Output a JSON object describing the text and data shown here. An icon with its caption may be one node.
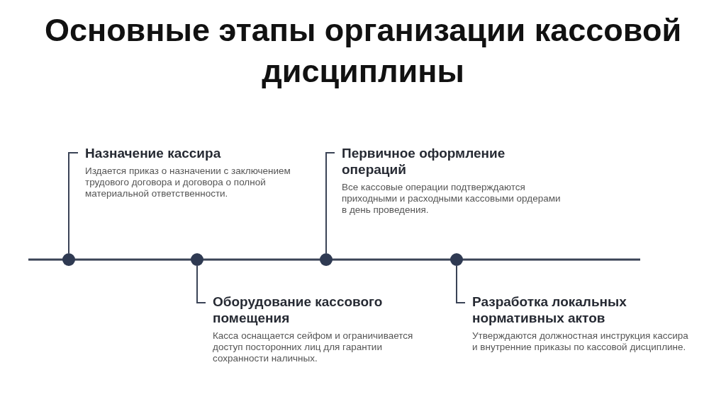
{
  "diagram": {
    "title": "Основные этапы организации кассовой дисциплины",
    "nodes": [
      {
        "text": [
          "Назначение кассира",
          "Издается приказ о назначении с заключением трудового договора и договора о полной материальной ответственности."
        ]
      },
      {
        "text": [
          "Первичное оформление операций",
          "Все кассовые операции подтверждаются приходными и расходными кассовыми ордерами в день проведения."
        ]
      },
      {
        "text": [],
        "shape": "circle"
      },
      {
        "text": [],
        "shape": "circle"
      },
      {
        "text": [],
        "shape": "circle"
      },
      {
        "text": [],
        "shape": "circle"
      },
      {
        "text": [
          "Оборудование кассового помещения",
          "Касса оснащается сейфом и ограничивается доступ посторонних лиц для гарантии сохранности наличных."
        ]
      },
      {
        "text": [
          "Разработка локальных нормативных актов",
          "Утверждаются должностная инструкция кассира и внутренние приказы по кассовой дисциплине."
        ]
      }
    ],
    "edges": [
      {
        "from": 2,
        "to": 0,
        "arrow": "none"
      },
      {
        "from": 3,
        "to": 6,
        "arrow": "none"
      },
      {
        "from": 4,
        "to": 1,
        "arrow": "none"
      },
      {
        "from": 5,
        "to": 7,
        "arrow": "none"
      }
    ]
  }
}
